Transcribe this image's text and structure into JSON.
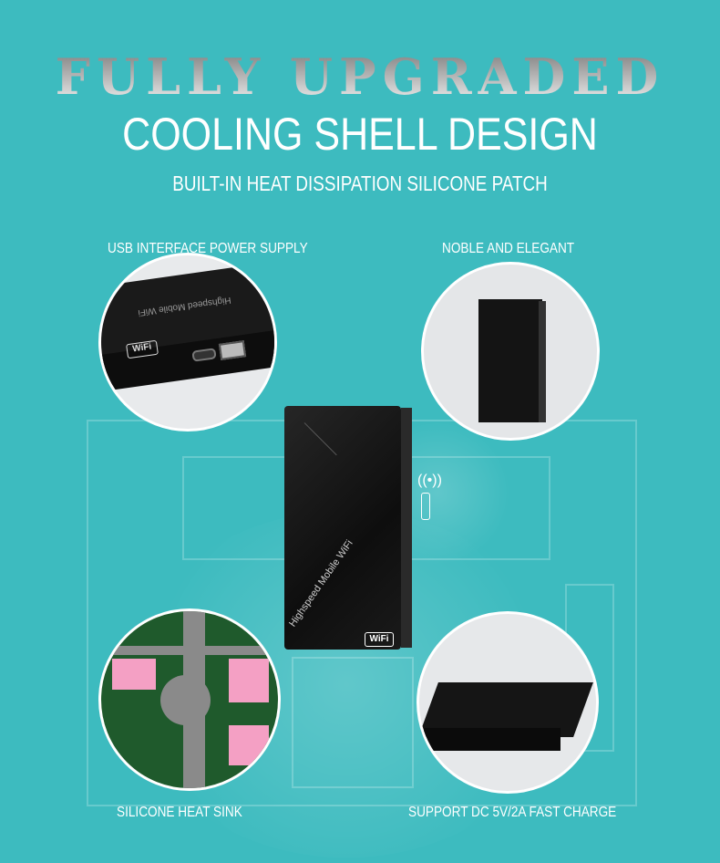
{
  "headline": "FULLY UPGRADED",
  "subtitle": "COOLING SHELL DESIGN",
  "tagline": "BUILT-IN HEAT DISSIPATION SILICONE PATCH",
  "features": [
    {
      "label": "USB INTERFACE POWER SUPPLY"
    },
    {
      "label": "NOBLE AND ELEGANT"
    },
    {
      "label": "SILICONE HEAT SINK"
    },
    {
      "label": "SUPPORT DC 5V/2A FAST CHARGE"
    }
  ],
  "device": {
    "print": "Highspeed Mobile WiFi",
    "badge": "WiFi"
  },
  "colors": {
    "background": "#3dbbbf",
    "device": "#151515",
    "pad": "#f4a0c4",
    "pcb": "#1f5a2c"
  }
}
